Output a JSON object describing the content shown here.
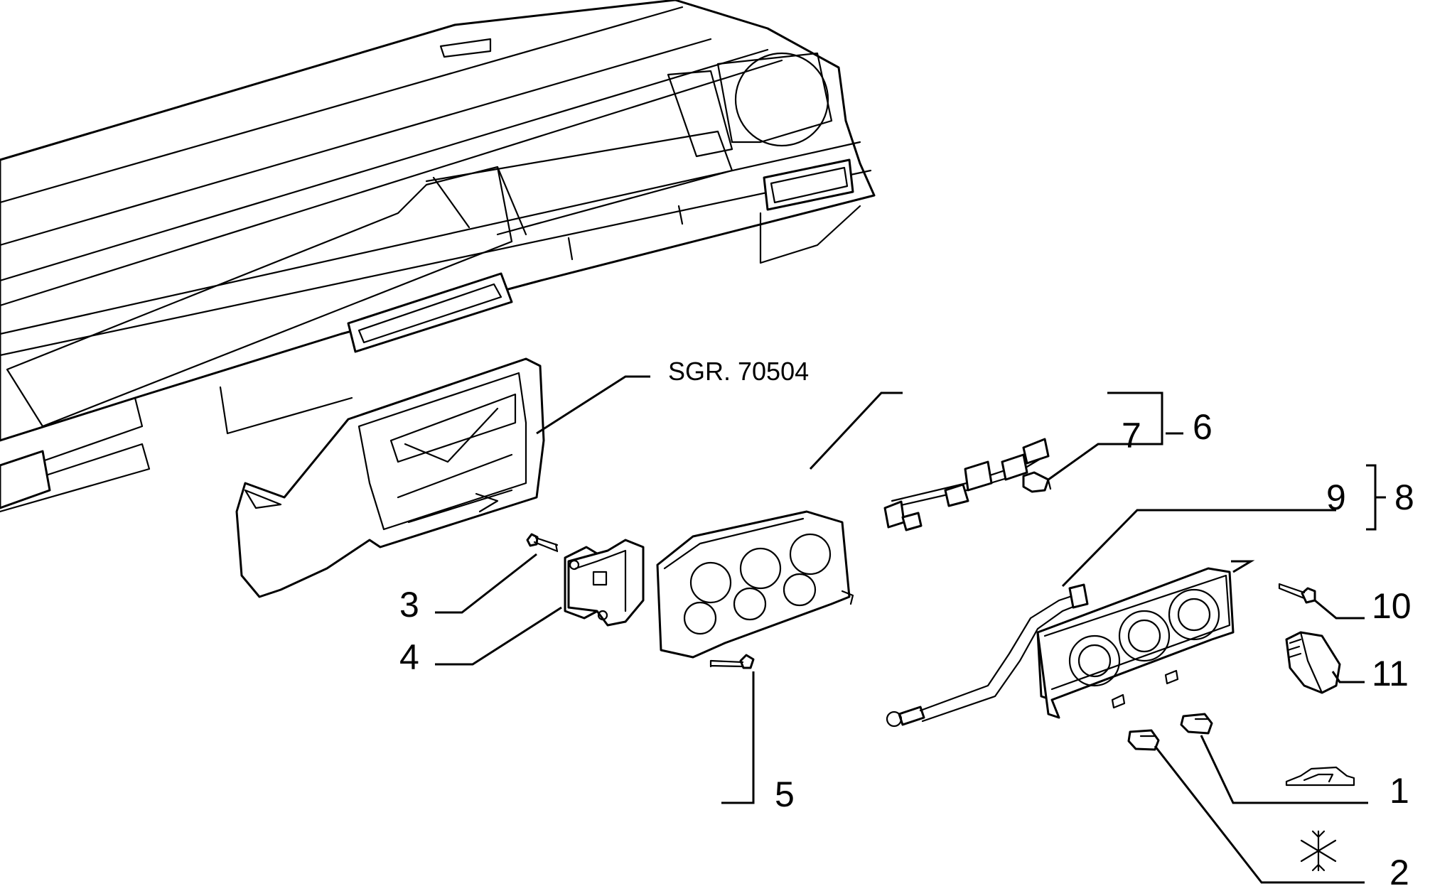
{
  "reference": "SGR. 70504",
  "callouts": [
    {
      "id": "1",
      "label": "1",
      "symbol": "car-interior-recirculation-icon"
    },
    {
      "id": "2",
      "label": "2",
      "symbol": "snowflake-icon"
    },
    {
      "id": "3",
      "label": "3"
    },
    {
      "id": "4",
      "label": "4"
    },
    {
      "id": "5",
      "label": "5"
    },
    {
      "id": "6",
      "label": "6"
    },
    {
      "id": "7",
      "label": "7"
    },
    {
      "id": "8",
      "label": "8"
    },
    {
      "id": "9",
      "label": "9"
    },
    {
      "id": "10",
      "label": "10"
    },
    {
      "id": "11",
      "label": "11"
    }
  ]
}
